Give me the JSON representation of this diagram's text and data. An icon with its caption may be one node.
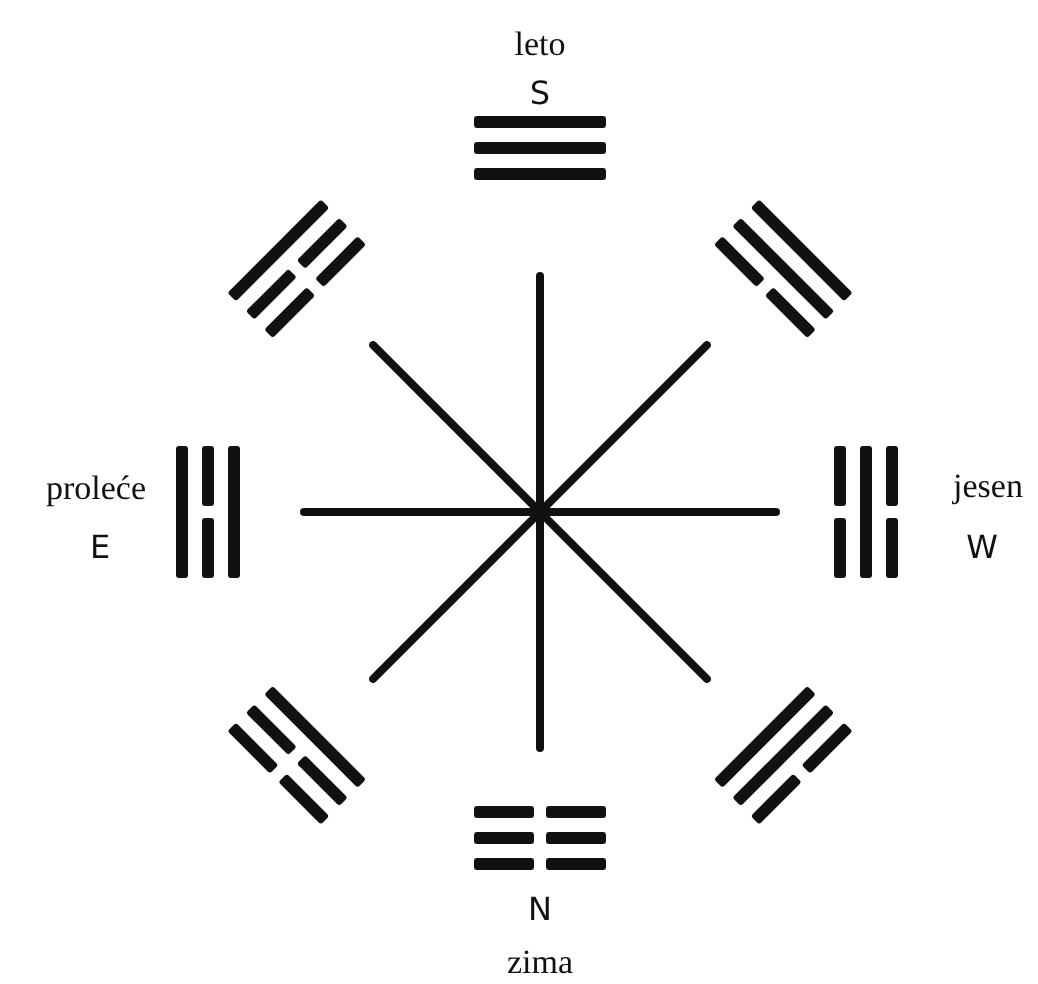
{
  "diagram": {
    "labels": [
      "leto",
      "S",
      "proleće",
      "jesen",
      "E",
      "W",
      "N",
      "zima"
    ]
  }
}
